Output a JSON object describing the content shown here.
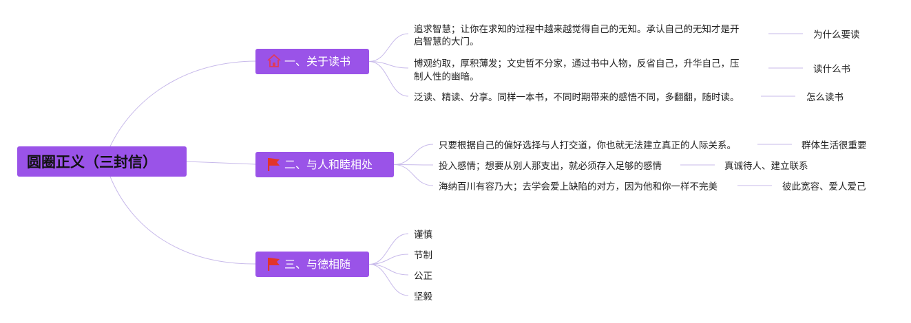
{
  "colors": {
    "node_fill": "#9a53e8",
    "connector": "#c7b9ea",
    "flag": "#e2342b",
    "home_icon": "#e03a5a"
  },
  "root": {
    "label": "圆圈正义（三封信）"
  },
  "branches": [
    {
      "label": "一、关于读书",
      "icon": "home-icon",
      "items": [
        {
          "text_lines": [
            "追求智慧；让你在求知的过程中越来越觉得自己的无知。承认自己的无知才是开",
            "启智慧的大门。"
          ],
          "label": "为什么要读"
        },
        {
          "text_lines": [
            "博观约取，厚积薄发；文史哲不分家，通过书中人物，反省自己，升华自己，压",
            "制人性的幽暗。"
          ],
          "label": "读什么书"
        },
        {
          "text_lines": [
            "泛读、精读、分享。同样一本书，不同时期带来的感悟不同，多翻翻，随时读。"
          ],
          "label": "怎么读书"
        }
      ]
    },
    {
      "label": "二、与人和睦相处",
      "icon": "flag-icon",
      "items": [
        {
          "text_lines": [
            "只要根据自己的偏好选择与人打交道，你也就无法建立真正的人际关系。"
          ],
          "label": "群体生活很重要"
        },
        {
          "text_lines": [
            "投入感情；想要从别人那支出，就必须存入足够的感情"
          ],
          "label": "真诚待人、建立联系"
        },
        {
          "text_lines": [
            "海纳百川有容乃大；去学会爱上缺陷的对方，因为他和你一样不完美"
          ],
          "label": "彼此宽容、爱人爱己"
        }
      ]
    },
    {
      "label": "三、与德相随",
      "icon": "flag-icon",
      "items": [
        {
          "text_lines": [
            "谨慎"
          ]
        },
        {
          "text_lines": [
            "节制"
          ]
        },
        {
          "text_lines": [
            "公正"
          ]
        },
        {
          "text_lines": [
            "坚毅"
          ]
        }
      ]
    }
  ]
}
